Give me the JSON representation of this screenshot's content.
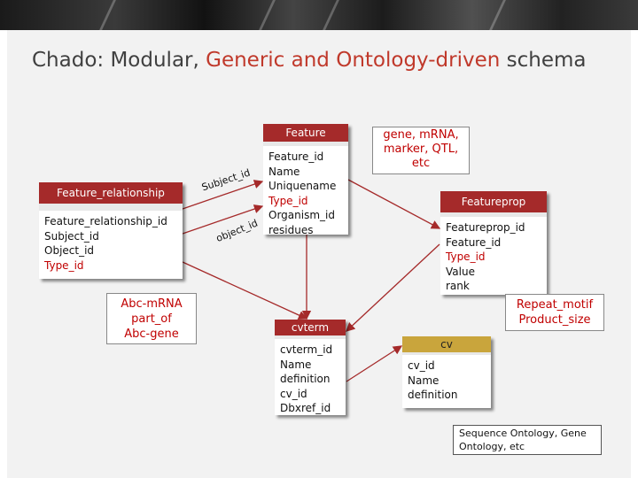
{
  "title": {
    "part1": "Chado: Modular, ",
    "part2": "Generic and Ontology-driven",
    "part3": " schema"
  },
  "colors": {
    "table_header": "#a52a2a",
    "cv_header": "#c9a53c",
    "accent_text": "#c00000",
    "title_accent": "#c0392b"
  },
  "feature_relationship": {
    "header": "Feature_relationship",
    "fields": [
      "Feature_relationship_id",
      "Subject_id",
      "Object_id",
      "Type_id"
    ]
  },
  "feature": {
    "header": "Feature",
    "fields": [
      "Feature_id",
      "Name",
      "Uniquename",
      "Type_id",
      "Organism_id",
      "residues"
    ]
  },
  "featureprop": {
    "header": "Featureprop",
    "fields": [
      "Featureprop_id",
      "Feature_id",
      "Type_id",
      "Value",
      "rank"
    ]
  },
  "cvterm": {
    "header": "cvterm",
    "fields": [
      "cvterm_id",
      "Name",
      "definition",
      "cv_id",
      "Dbxref_id"
    ]
  },
  "cv": {
    "header": "cv",
    "fields": [
      "cv_id",
      "Name",
      "definition"
    ]
  },
  "edge_labels": {
    "subject": "Subject_id",
    "object": "object_id"
  },
  "notes": {
    "abc": [
      "Abc-mRNA",
      "part_of",
      "Abc-gene"
    ],
    "gene": [
      "gene, mRNA,",
      "marker, QTL,",
      "etc"
    ],
    "repeat": [
      "Repeat_motif",
      "Product_size"
    ],
    "ontology": [
      "Sequence Ontology, Gene",
      "Ontology, etc"
    ]
  }
}
